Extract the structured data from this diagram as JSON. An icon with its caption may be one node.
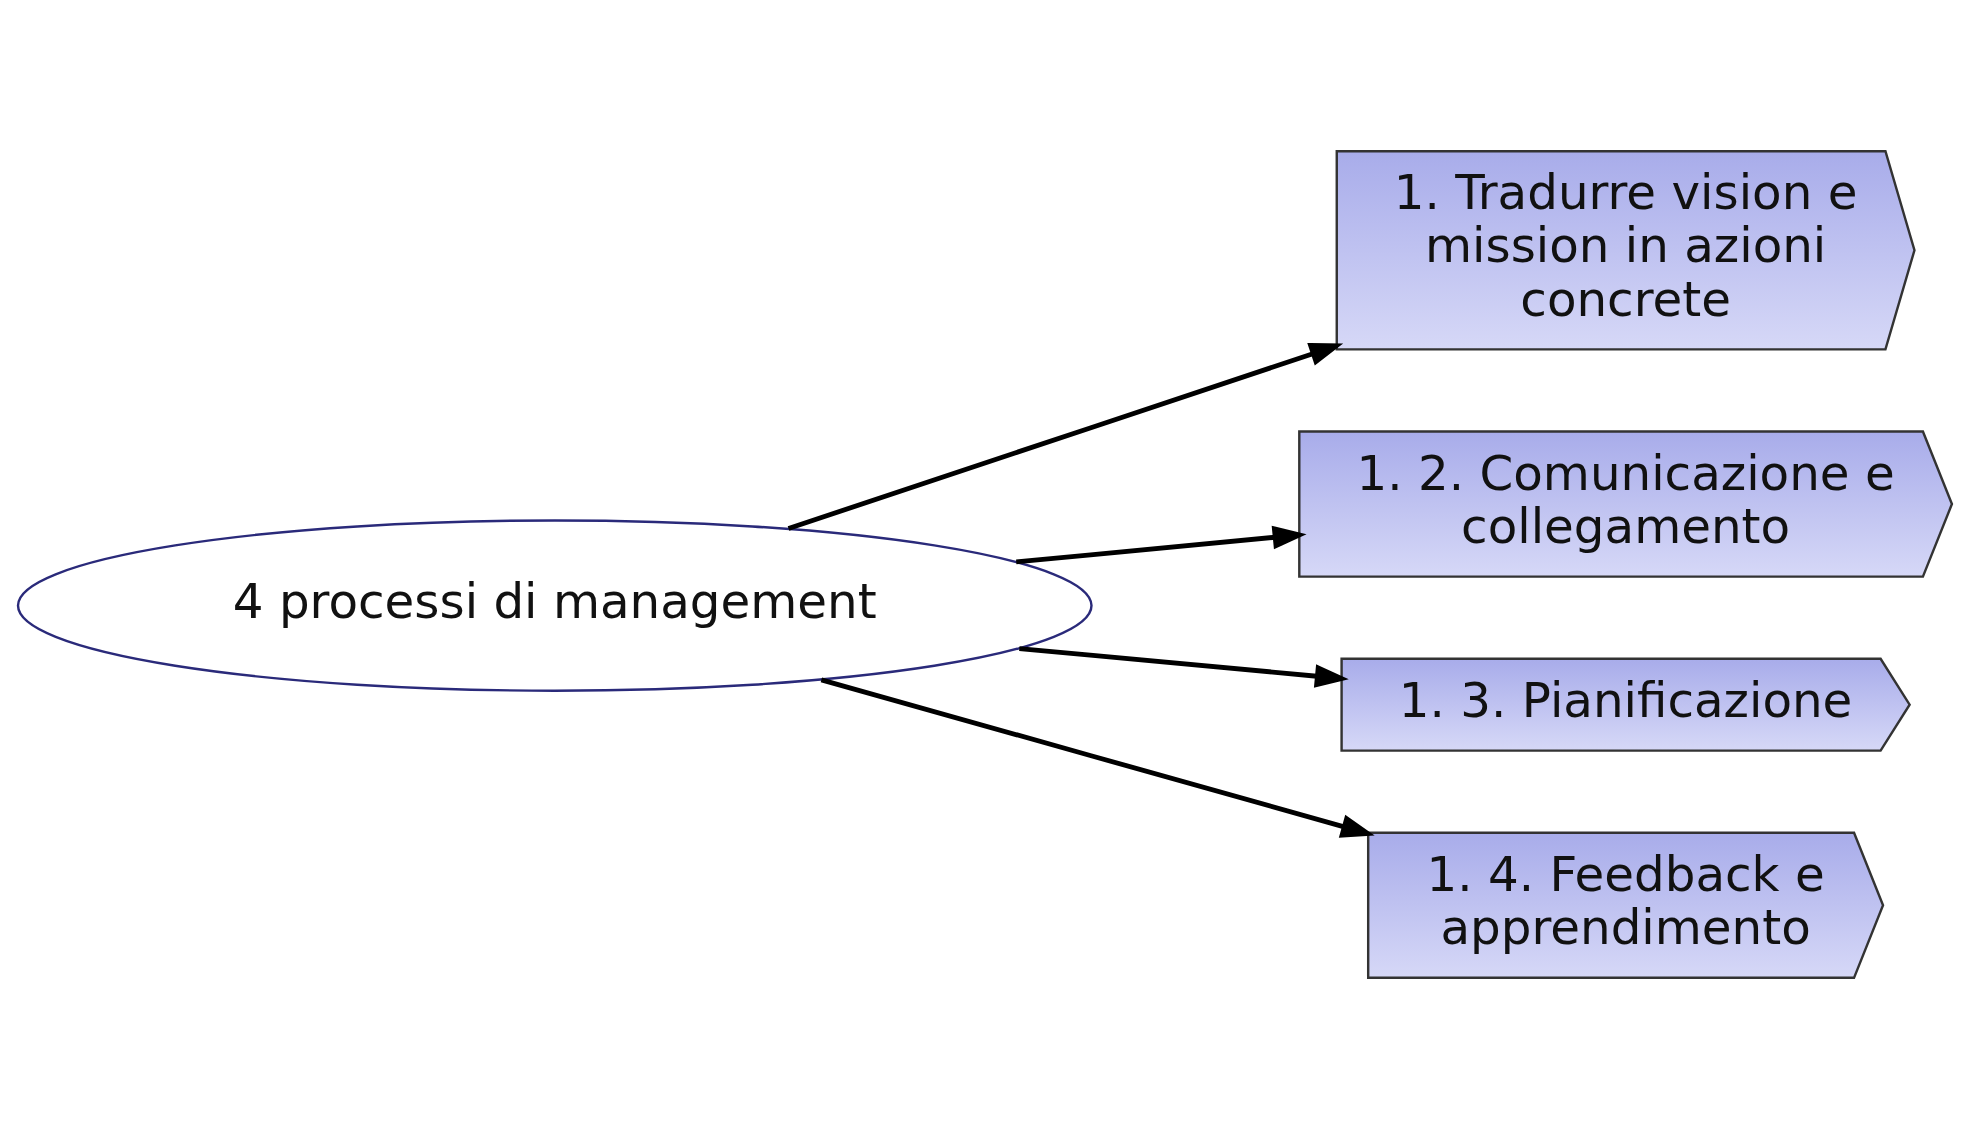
{
  "diagram": {
    "nodes": [
      {
        "text": [
          "4 processi di management"
        ]
      },
      {
        "text": [
          "1. Tradurre vision e mission in azioni concrete"
        ]
      },
      {
        "text": [
          "1. 2. Comunicazione e collegamento"
        ]
      },
      {
        "text": [
          "1. 3. Pianificazione"
        ]
      },
      {
        "text": [
          "1. 4. Feedback e apprendimento"
        ]
      }
    ],
    "edges": [
      {
        "from": 0,
        "to": 1,
        "arrow": "to"
      },
      {
        "from": 0,
        "to": 2,
        "arrow": "to"
      },
      {
        "from": 0,
        "to": 3,
        "arrow": "to"
      },
      {
        "from": 0,
        "to": 4,
        "arrow": "to"
      }
    ]
  }
}
